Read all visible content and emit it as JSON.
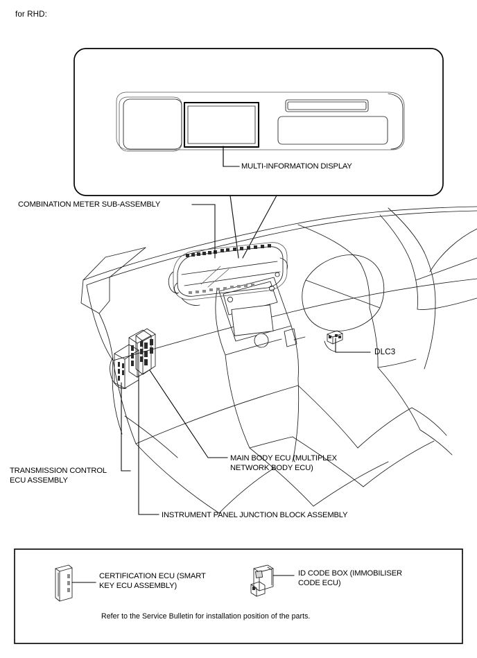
{
  "page": {
    "heading": "for RHD:",
    "background_color": "#ffffff",
    "ink_color": "#000000"
  },
  "detail_box": {
    "name": "combination-meter-detail-callout",
    "callout_label": {
      "text": "MULTI-INFORMATION DISPLAY",
      "icon": "leader-line-icon"
    }
  },
  "diagram": {
    "title": "instrument-panel-isometric-view",
    "labels": [
      {
        "id": "combination-meter",
        "text": "COMBINATION METER SUB-ASSEMBLY",
        "align": "left"
      },
      {
        "id": "dlc3",
        "text": "DLC3",
        "align": "left"
      },
      {
        "id": "main-body-ecu",
        "line1": "MAIN BODY ECU (MULTIPLEX",
        "line2": "NETWORK BODY ECU)",
        "align": "left"
      },
      {
        "id": "transmission-control-ecu",
        "line1": "TRANSMISSION CONTROL",
        "line2": "ECU ASSEMBLY",
        "align": "left"
      },
      {
        "id": "instrument-panel-junction-block",
        "text": "INSTRUMENT PANEL JUNCTION BLOCK ASSEMBLY",
        "align": "left"
      }
    ]
  },
  "notes_box": {
    "items": [
      {
        "id": "certification-ecu",
        "icon": "ecu-module-icon",
        "line1": "CERTIFICATION ECU (SMART",
        "line2": "KEY ECU ASSEMBLY)"
      },
      {
        "id": "id-code-box",
        "icon": "bracket-module-icon",
        "line1": "ID CODE BOX (IMMOBILISER",
        "line2": "CODE ECU)"
      }
    ],
    "footnote": "Refer to the Service Bulletin for installation position of the parts."
  }
}
